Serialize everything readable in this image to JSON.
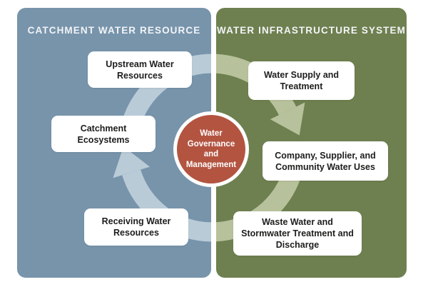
{
  "diagram": {
    "title_area": {
      "flow_direction": "clockwise"
    },
    "panels": {
      "left": {
        "title": "CATCHMENT WATER RESOURCE",
        "color": "#7794ab",
        "arrow_color": "#bacbd8"
      },
      "right": {
        "title": "WATER INFRASTRUCTURE SYSTEM",
        "color": "#6f8050",
        "arrow_color": "#b7c29c"
      }
    },
    "center": {
      "label": "Water\nGovernance\nand\nManagement",
      "fill_color": "#b35441",
      "ring_color": "#ffffff"
    },
    "nodes": [
      {
        "id": "upstream-water-resources",
        "panel": "left",
        "label": "Upstream Water\nResources"
      },
      {
        "id": "water-supply-and-treatment",
        "panel": "right",
        "label": "Water Supply and\nTreatment"
      },
      {
        "id": "catchment-ecosystems",
        "panel": "left",
        "label": "Catchment\nEcosystems"
      },
      {
        "id": "company-supplier-community-water-uses",
        "panel": "right",
        "label": "Company, Supplier, and\nCommunity Water Uses"
      },
      {
        "id": "receiving-water-resources",
        "panel": "left",
        "label": "Receiving Water\nResources"
      },
      {
        "id": "waste-water-stormwater-treatment-discharge",
        "panel": "right",
        "label": "Waste Water and\nStormwater Treatment and\nDischarge"
      }
    ]
  }
}
